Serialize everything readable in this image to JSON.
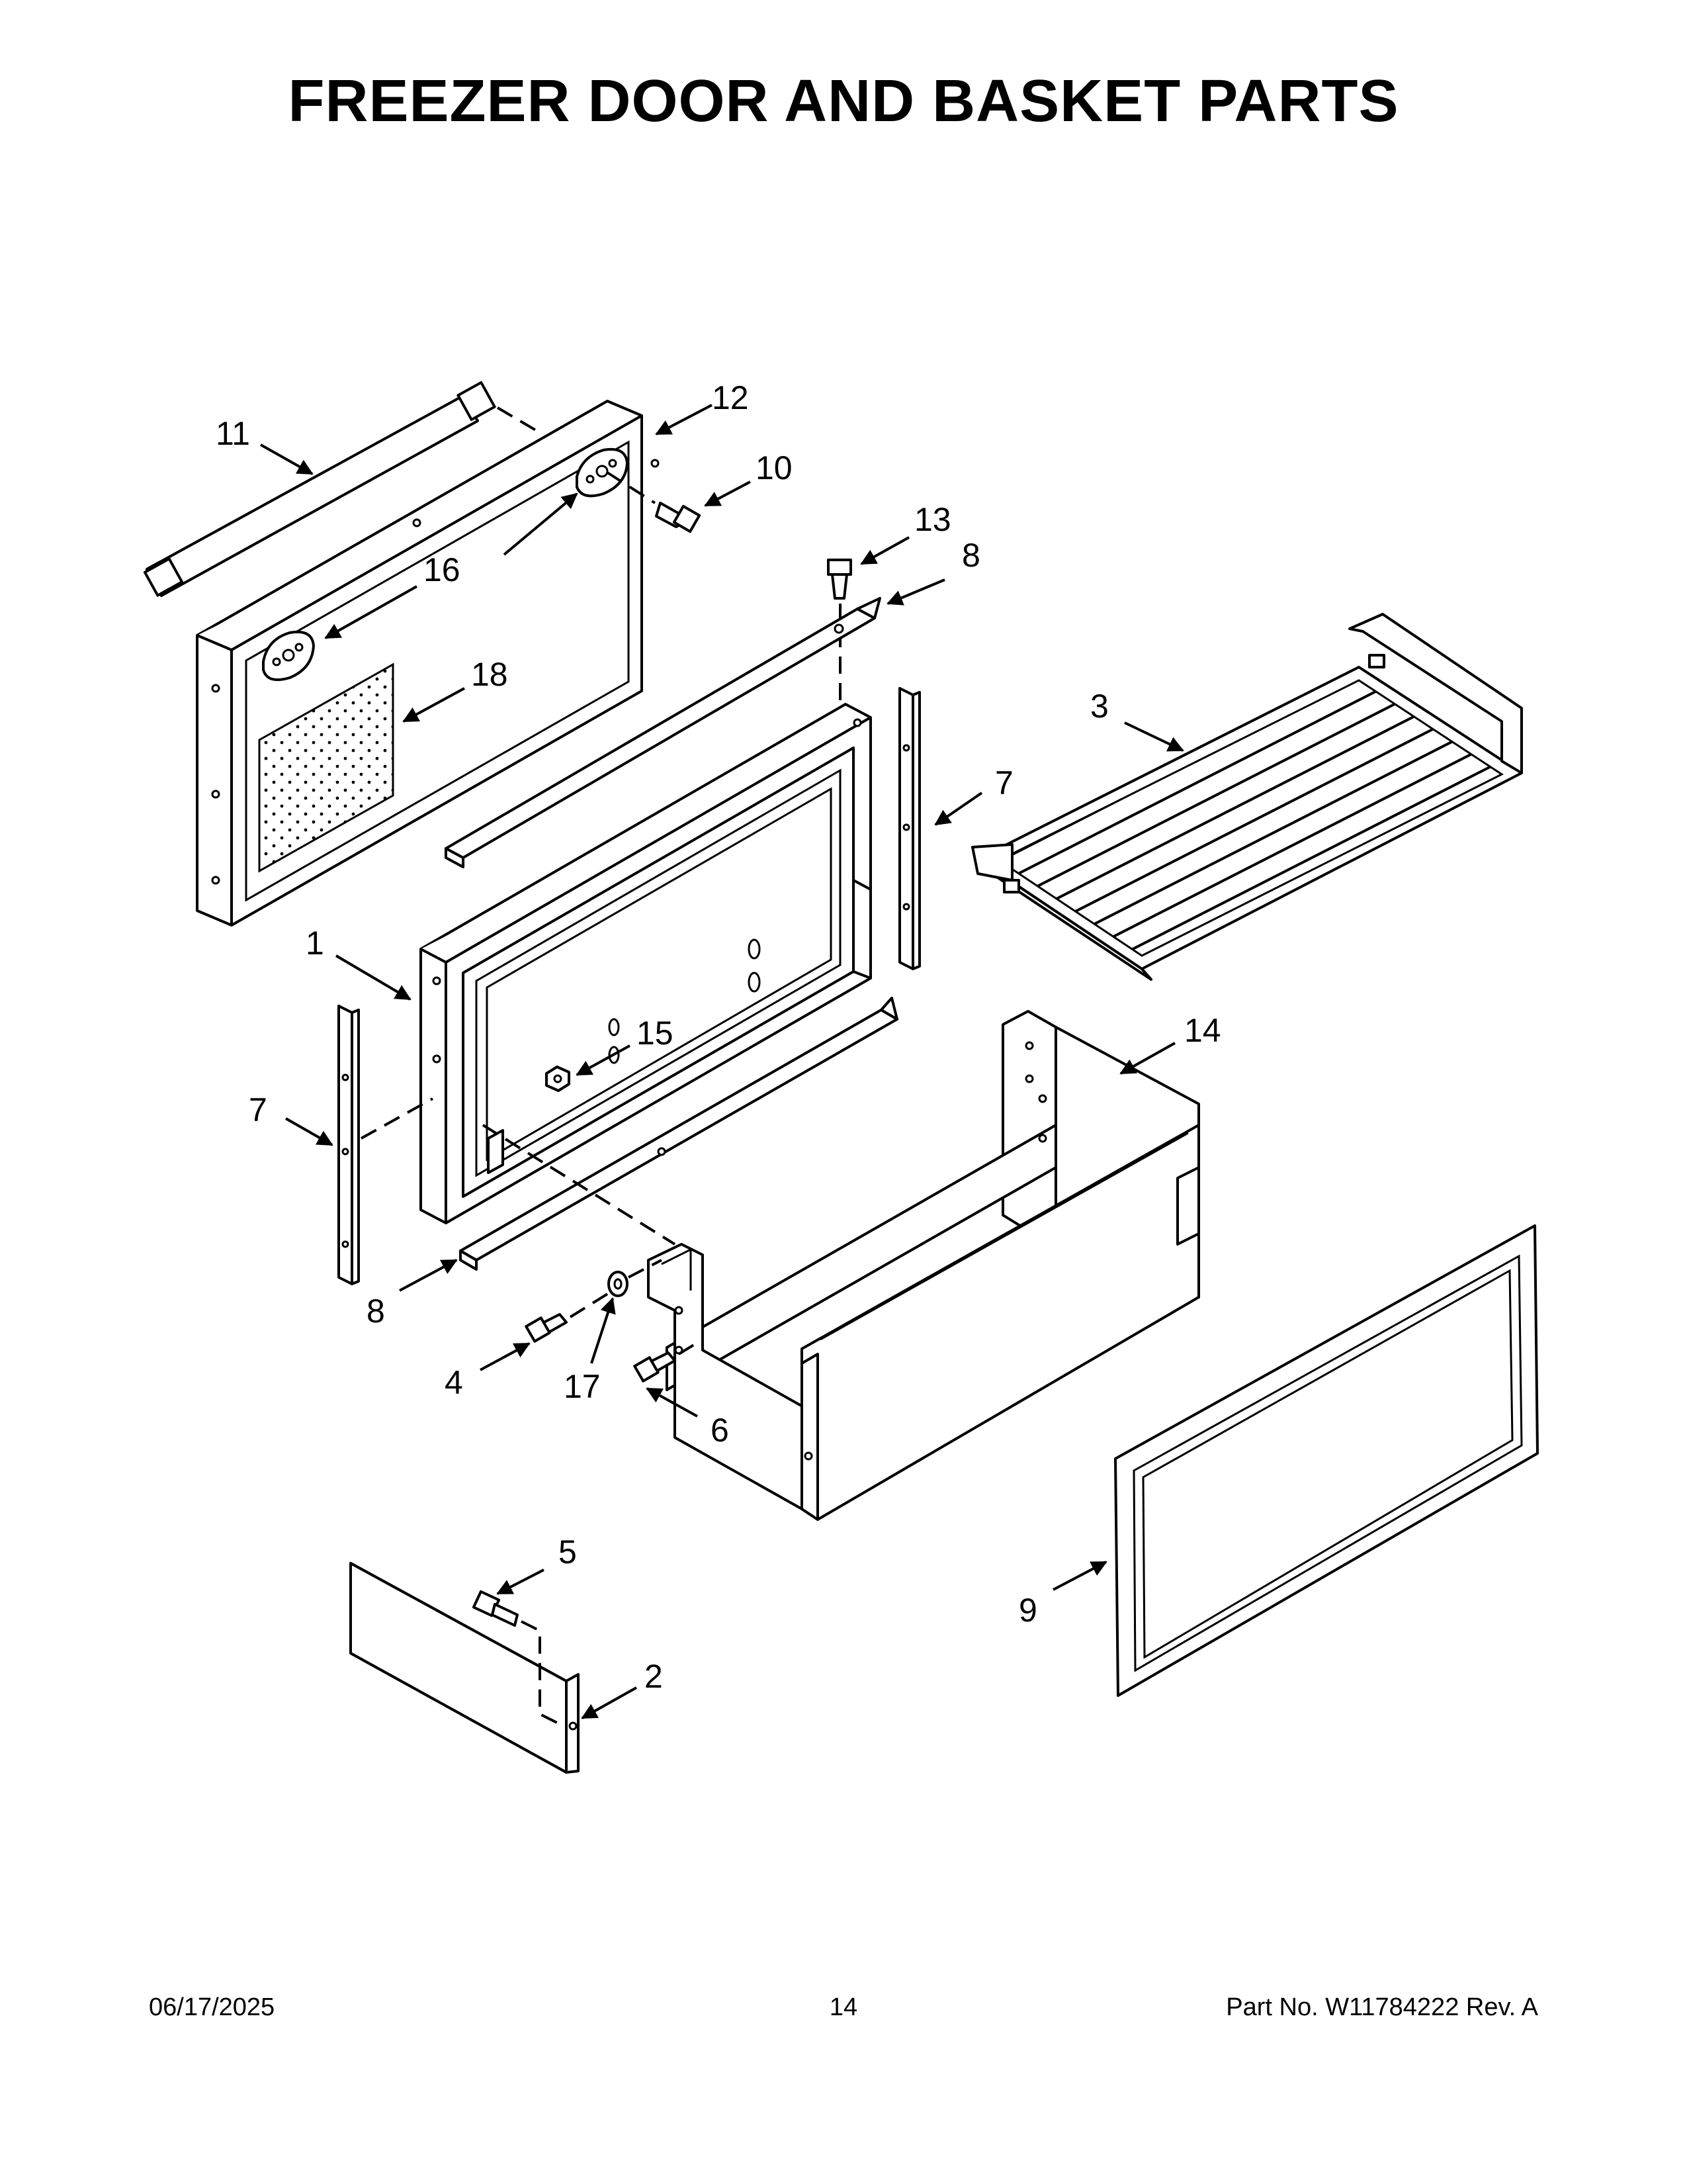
{
  "title": "FREEZER DOOR AND BASKET PARTS",
  "callouts": {
    "c1": "1",
    "c2": "2",
    "c3": "3",
    "c4": "4",
    "c5": "5",
    "c6": "6",
    "c7a": "7",
    "c7b": "7",
    "c8a": "8",
    "c8b": "8",
    "c9": "9",
    "c10": "10",
    "c11": "11",
    "c12": "12",
    "c13": "13",
    "c14": "14",
    "c15": "15",
    "c16": "16",
    "c17": "17",
    "c18": "18"
  },
  "footer": {
    "date": "06/17/2025",
    "page": "14",
    "part": "Part No.  W11784222  Rev.  A"
  }
}
